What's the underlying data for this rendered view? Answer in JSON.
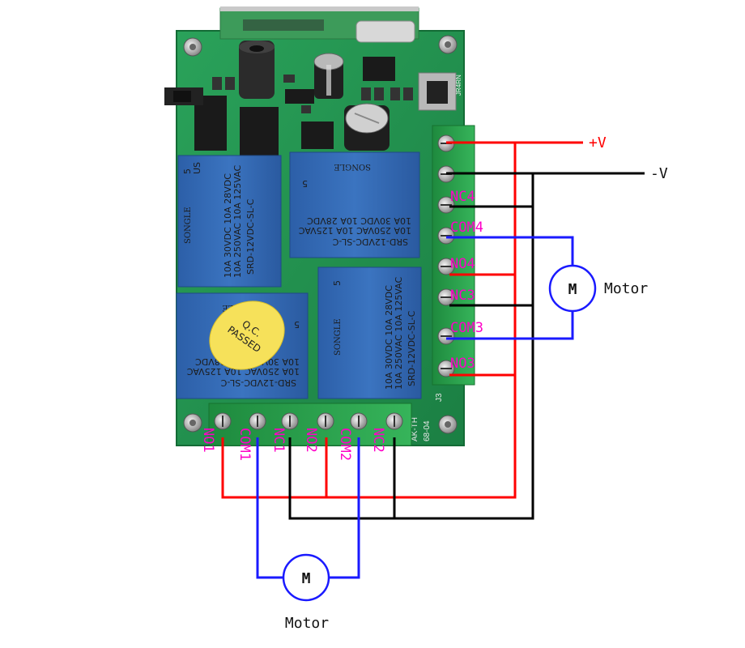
{
  "supply": {
    "positive": "+V",
    "negative": "-V"
  },
  "motor_symbol": "M",
  "motor_caption": "Motor",
  "side_terminals": [
    "NC4",
    "COM4",
    "NO4",
    "NC3",
    "COM3",
    "NO3"
  ],
  "bottom_terminals": [
    "NO1",
    "COM1",
    "NC1",
    "NO2",
    "COM2",
    "NC2"
  ],
  "relay": {
    "model": "SRD-12VDC-SL-C",
    "rating1": "10A 250VAC 10A 125VAC",
    "rating2": "10A 30VDC 10A 28VDC",
    "brand": "SONGLE",
    "pin": "5",
    "us": "US"
  },
  "qc_sticker": {
    "line1": "Q.C.",
    "line2": "PASSED"
  },
  "board_marks": {
    "ak": "AK-TH",
    "code": "68-04",
    "j": "J3",
    "rn": "JR4RN"
  },
  "colors": {
    "positive": "#ff0000",
    "negative": "#000000",
    "motor": "#1a1aff",
    "label": "#ff00c8",
    "pcb": "#1f8a4a"
  }
}
